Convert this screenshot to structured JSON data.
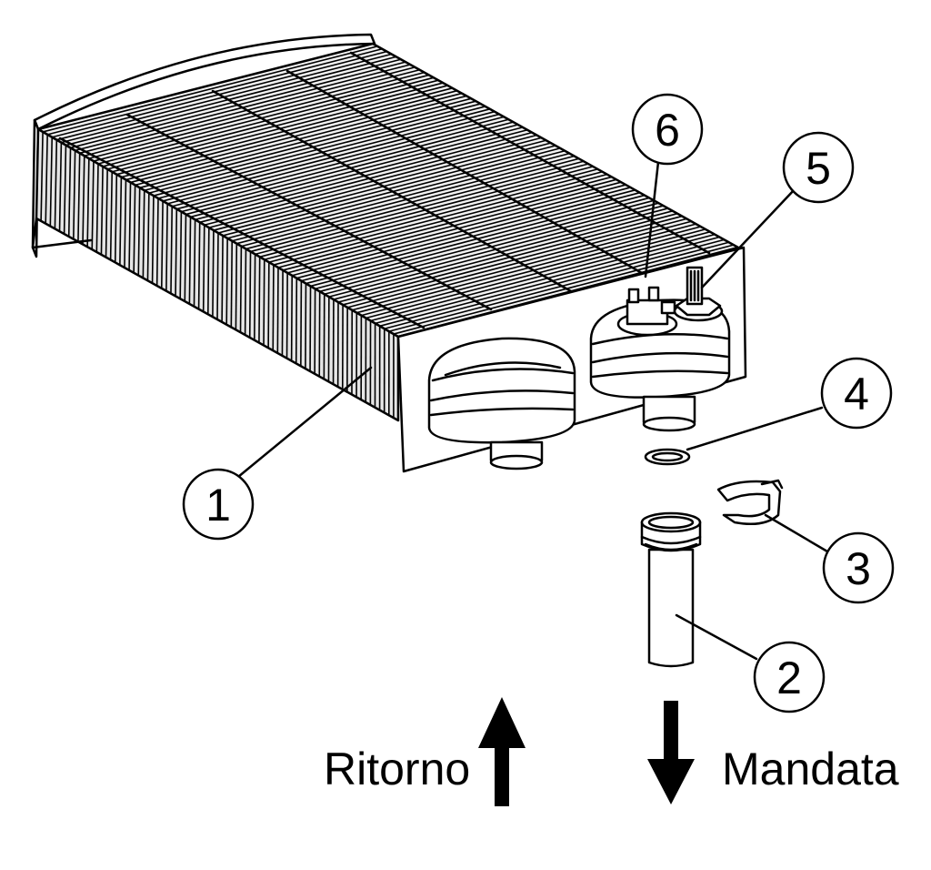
{
  "callouts": [
    {
      "id": "1",
      "label": "1"
    },
    {
      "id": "2",
      "label": "2"
    },
    {
      "id": "3",
      "label": "3"
    },
    {
      "id": "4",
      "label": "4"
    },
    {
      "id": "5",
      "label": "5"
    },
    {
      "id": "6",
      "label": "6"
    }
  ],
  "flow": {
    "return_label": "Ritorno",
    "delivery_label": "Mandata"
  },
  "colors": {
    "line": "#000000",
    "background": "#ffffff"
  }
}
